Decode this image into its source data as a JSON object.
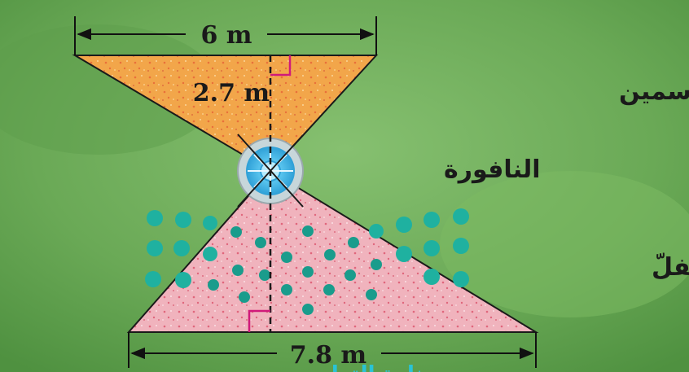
{
  "diagram": {
    "top_garden": {
      "label": "حديقة الياسمين",
      "base_length": "6 m",
      "height": "2.7 m",
      "fill_color": "#f2a64a"
    },
    "bottom_garden": {
      "label": "حديقة الفلّ",
      "base_length": "7.8 m",
      "fill_color": "#f0b3bd"
    },
    "fountain": {
      "label": "النافورة",
      "color": "#3cb4e6"
    },
    "background_color": "#6fae5a",
    "shrub_color": "#1fb1a0",
    "watermark": "منارة التعليم"
  }
}
